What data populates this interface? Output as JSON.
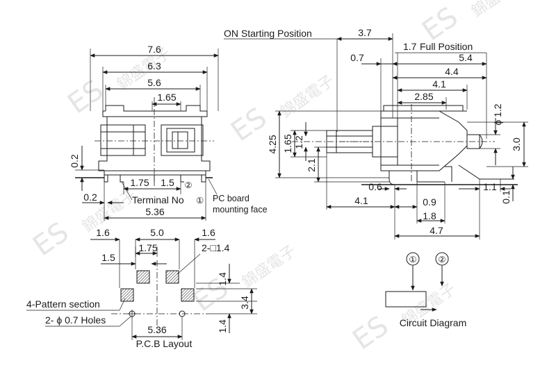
{
  "watermark": {
    "brand": "ES",
    "chinese": "錦盛電子"
  },
  "front_view": {
    "dims": {
      "w76": "7.6",
      "w63": "6.3",
      "w56": "5.6",
      "w165": "1.65",
      "v02": "0.2",
      "w175": "1.75",
      "w15": "1.5",
      "w02": "0.2",
      "w536": "5.36"
    },
    "terminal_label": "Terminal No",
    "circle1": "①",
    "circle2": "②",
    "pcb_label_line1": "PC board",
    "pcb_label_line2": "mounting face"
  },
  "side_view": {
    "on_position_label": "ON Starting Position",
    "full_position_label": "Full Position",
    "dims": {
      "d37": "3.7",
      "d17": "1.7",
      "d07": "0.7",
      "d54": "5.4",
      "d44": "4.4",
      "d41": "4.1",
      "d285": "2.85",
      "dia12": "ϕ 1.2",
      "v425": "4.25",
      "v165": "1.65",
      "v12": "1.2",
      "v21": "2.1",
      "v30": "3.0",
      "d06": "0.6",
      "d11": "1.1",
      "v01": "0.1",
      "d41b": "4.1",
      "d09": "0.9",
      "d18": "1.8",
      "d47": "4.7"
    }
  },
  "pcb_layout": {
    "dims": {
      "d16a": "1.6",
      "d50": "5.0",
      "d16b": "1.6",
      "d175": "1.75",
      "d15": "1.5",
      "sq14": "2-□1.4",
      "v14a": "1.4",
      "v34": "3.4",
      "v14b": "1.4",
      "d536": "5.36"
    },
    "pattern_label": "4-Pattern section",
    "holes_label": "2- ϕ 0.7 Holes",
    "title": "P.C.B Layout"
  },
  "circuit": {
    "n1": "①",
    "n2": "②",
    "title": "Circuit Diagram"
  }
}
